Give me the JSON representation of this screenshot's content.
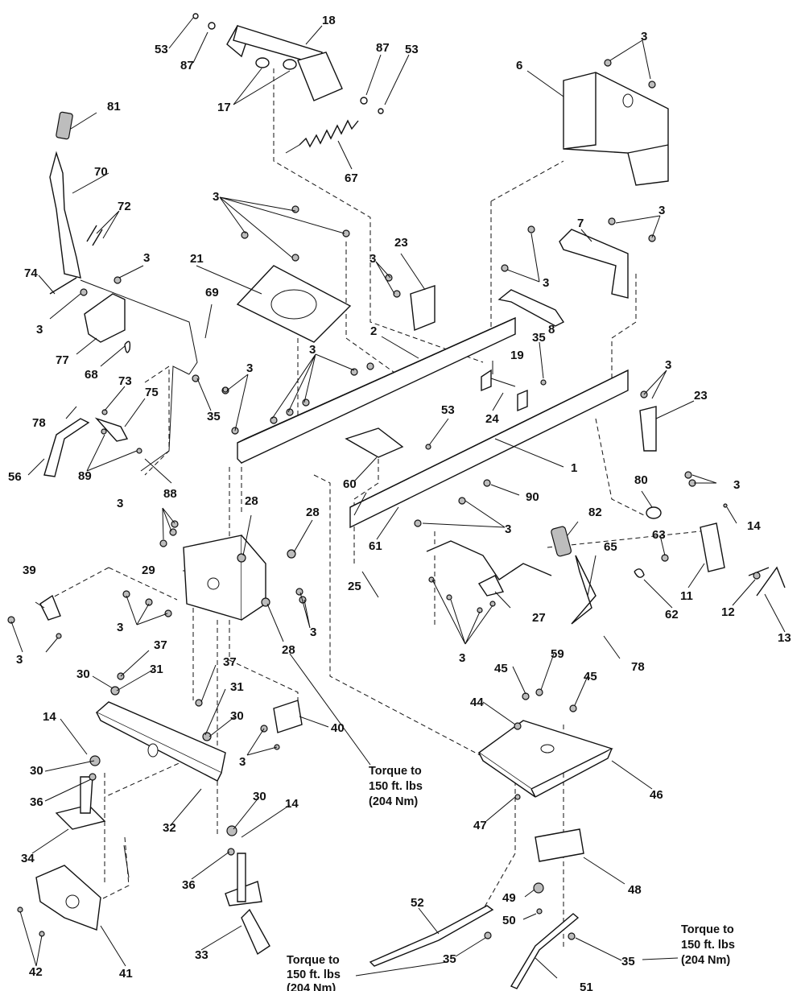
{
  "title": "",
  "labels": {
    "p1": "1",
    "p2": "2",
    "p3a": "3",
    "p3b": "3",
    "p3c": "3",
    "p3d": "3",
    "p3e": "3",
    "p3f": "3",
    "p3g": "3",
    "p3h": "3",
    "p3i": "3",
    "p3j": "3",
    "p3k": "3",
    "p3l": "3",
    "p3m": "3",
    "p3n": "3",
    "p3o": "3",
    "p3p": "3",
    "p3q": "3",
    "p3r": "3",
    "p6": "6",
    "p7": "7",
    "p8": "8",
    "p11": "11",
    "p12": "12",
    "p13": "13",
    "p14a": "14",
    "p14b": "14",
    "p14c": "14",
    "p17": "17",
    "p18": "18",
    "p19": "19",
    "p21": "21",
    "p23a": "23",
    "p23b": "23",
    "p24": "24",
    "p25": "25",
    "p27": "27",
    "p28a": "28",
    "p28b": "28",
    "p28c": "28",
    "p29": "29",
    "p30a": "30",
    "p30b": "30",
    "p30c": "30",
    "p30d": "30",
    "p31a": "31",
    "p31b": "31",
    "p32": "32",
    "p33": "33",
    "p34": "34",
    "p35a": "35",
    "p35b": "35",
    "p35c": "35",
    "p35d": "35",
    "p36a": "36",
    "p36b": "36",
    "p37a": "37",
    "p37b": "37",
    "p39": "39",
    "p40": "40",
    "p41": "41",
    "p42": "42",
    "p44": "44",
    "p45a": "45",
    "p45b": "45",
    "p46": "46",
    "p47": "47",
    "p48": "48",
    "p49": "49",
    "p50": "50",
    "p51": "51",
    "p52": "52",
    "p53a": "53",
    "p53b": "53",
    "p53c": "53",
    "p56": "56",
    "p59": "59",
    "p60": "60",
    "p61": "61",
    "p62": "62",
    "p63": "63",
    "p65": "65",
    "p67": "67",
    "p68": "68",
    "p69": "69",
    "p70": "70",
    "p72": "72",
    "p73": "73",
    "p74": "74",
    "p75": "75",
    "p77": "77",
    "p78a": "78",
    "p78b": "78",
    "p80": "80",
    "p81": "81",
    "p82": "82",
    "p87a": "87",
    "p87b": "87",
    "p88": "88",
    "p89": "89",
    "p90": "90"
  },
  "notes": {
    "torque1": [
      "Torque to",
      "150 ft. lbs",
      "(204 Nm)"
    ],
    "torque2": [
      "Torque to",
      "150 ft. lbs",
      "(204 Nm)"
    ],
    "torque3": [
      "Torque to",
      "150 ft. lbs",
      "(204 Nm)"
    ]
  }
}
